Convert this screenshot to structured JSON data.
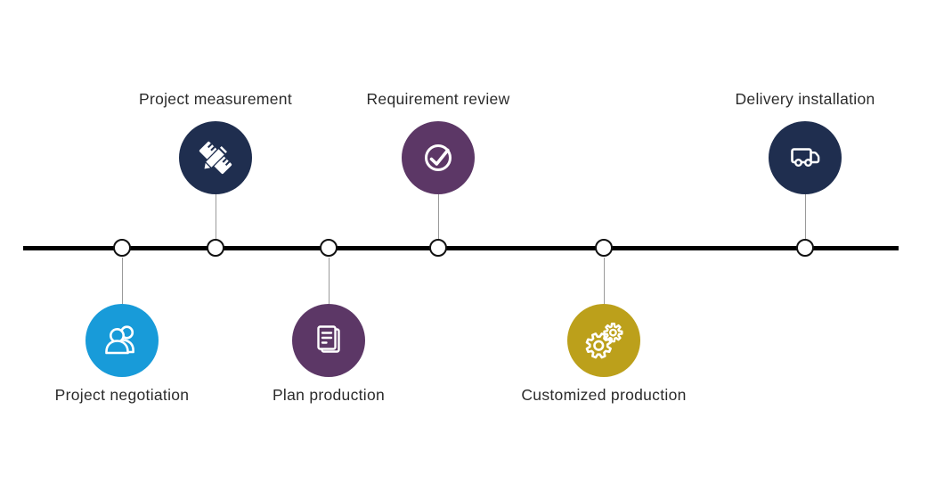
{
  "page": {
    "background": "#ffffff"
  },
  "timeline": {
    "line_color": "#000000",
    "node_fill": "#ffffff",
    "node_border": "#111111",
    "connector_color": "#9a9a9a",
    "label_color": "#2b2b2b"
  },
  "milestones": [
    {
      "label": "Project negotiation",
      "position": "below",
      "color": "#189BD9",
      "icon": "people-icon"
    },
    {
      "label": "Project measurement",
      "position": "above",
      "color": "#1F2E4F",
      "icon": "ruler-pencil-icon"
    },
    {
      "label": "Plan production",
      "position": "below",
      "color": "#5C3766",
      "icon": "document-icon"
    },
    {
      "label": "Requirement review",
      "position": "above",
      "color": "#5C3766",
      "icon": "check-icon"
    },
    {
      "label": "Customized production",
      "position": "below",
      "color": "#BCA01B",
      "icon": "gears-icon"
    },
    {
      "label": "Delivery installation",
      "position": "above",
      "color": "#1F2E4F",
      "icon": "truck-icon"
    }
  ]
}
